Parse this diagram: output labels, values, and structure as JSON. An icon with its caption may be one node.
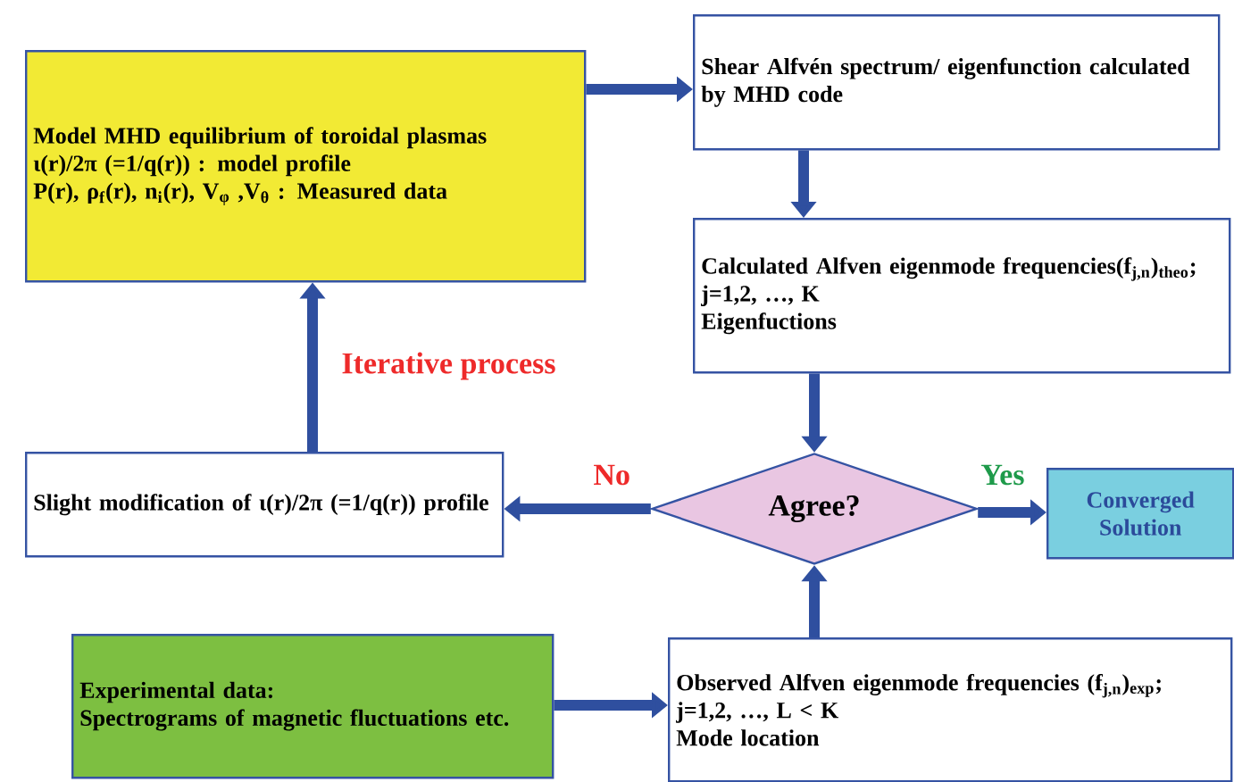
{
  "diagram": {
    "nodes": [
      {
        "text": [
          "Model MHD equilibrium of toroidal plasmas",
          "ι(r)/2π (=1/q(r)) : model profile",
          "P(r), ρ$_{f}$(r), n$_{i}$(r), V$_{φ}$ ,V$_{θ}$ : Measured data"
        ]
      },
      {
        "text": [
          "Shear Alfvén spectrum/ eigenfunction calculated by MHD code"
        ]
      },
      {
        "text": [
          "Calculated Alfven eigenmode frequencies(f$_{j,n}$)$_{theo}$; j=1,2, …, K",
          "Eigenfuctions"
        ]
      },
      {
        "text": [
          "Slight modification of  ι(r)/2π (=1/q(r)) profile"
        ]
      },
      {
        "text": [
          "Agree?"
        ]
      },
      {
        "text": [
          "Converged Solution"
        ]
      },
      {
        "text": [
          "Experimental data:",
          "Spectrograms of magnetic fluctuations etc."
        ]
      },
      {
        "text": [
          "Observed  Alfven eigenmode frequencies (f$_{j,n}$)$_{exp}$; j=1,2, …, L < K",
          "Mode location"
        ]
      }
    ],
    "edges": [
      {
        "from": 0,
        "to": 1,
        "arrow": "to"
      },
      {
        "from": 1,
        "to": 2,
        "arrow": "to"
      },
      {
        "from": 2,
        "to": 4,
        "arrow": "to"
      },
      {
        "from": 4,
        "to": 3,
        "arrow": "to",
        "label": "No"
      },
      {
        "from": 4,
        "to": 5,
        "arrow": "to",
        "label": "Yes"
      },
      {
        "from": 7,
        "to": 4,
        "arrow": "to"
      },
      {
        "from": 6,
        "to": 7,
        "arrow": "to"
      },
      {
        "from": 3,
        "to": 0,
        "arrow": "to",
        "label": "Iterative process"
      }
    ]
  }
}
